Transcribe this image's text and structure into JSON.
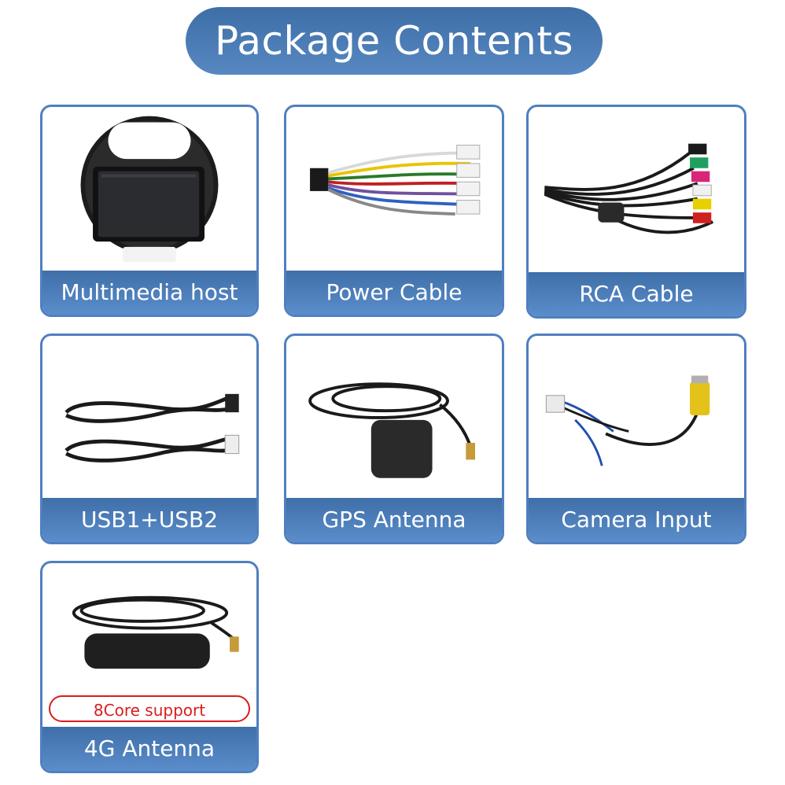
{
  "title": "Package Contents",
  "items": [
    {
      "label": "Multimedia host",
      "icon": "head-unit-icon"
    },
    {
      "label": "Power Cable",
      "icon": "power-cable-icon"
    },
    {
      "label": "RCA Cable",
      "icon": "rca-cable-icon"
    },
    {
      "label": "USB1+USB2",
      "icon": "usb-cable-icon"
    },
    {
      "label": "GPS Antenna",
      "icon": "gps-antenna-icon"
    },
    {
      "label": "Camera Input",
      "icon": "camera-input-cable-icon"
    },
    {
      "label": "4G Antenna",
      "icon": "4g-antenna-icon",
      "badge": "8Core support"
    }
  ],
  "colors": {
    "accent": "#4f7fc0",
    "badge": "#d91c1c"
  }
}
